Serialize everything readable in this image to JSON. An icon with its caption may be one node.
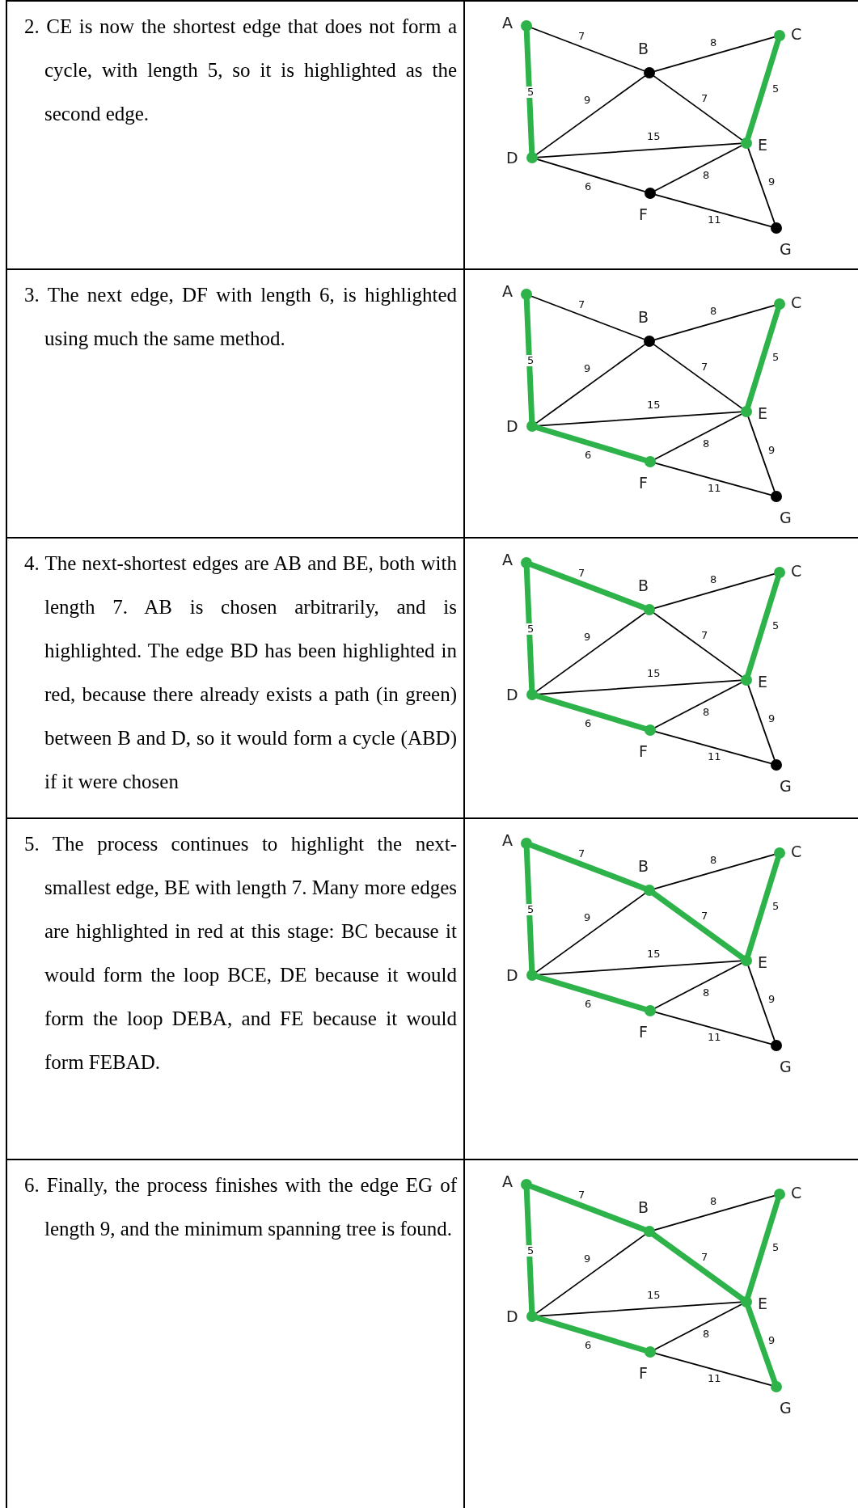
{
  "diagram": {
    "nodes": [
      {
        "text": [],
        "shape": "circle",
        "beside": [
          "A"
        ]
      },
      {
        "text": [],
        "shape": "circle",
        "beside": [
          "B"
        ]
      },
      {
        "text": [],
        "shape": "circle",
        "beside": [
          "C"
        ]
      },
      {
        "text": [],
        "shape": "circle",
        "beside": [
          "D"
        ]
      },
      {
        "text": [],
        "shape": "circle",
        "beside": [
          "E"
        ]
      },
      {
        "text": [],
        "shape": "circle",
        "beside": [
          "F"
        ]
      },
      {
        "text": [],
        "shape": "circle",
        "beside": [
          "G"
        ]
      },
      {
        "text": [],
        "shape": "circle",
        "beside": [
          "A"
        ]
      },
      {
        "text": [],
        "shape": "circle",
        "beside": [
          "B"
        ]
      },
      {
        "text": [],
        "shape": "circle",
        "beside": [
          "C"
        ]
      },
      {
        "text": [],
        "shape": "circle",
        "beside": [
          "D"
        ]
      },
      {
        "text": [],
        "shape": "circle",
        "beside": [
          "E"
        ]
      },
      {
        "text": [],
        "shape": "circle",
        "beside": [
          "F"
        ]
      },
      {
        "text": [],
        "shape": "circle",
        "beside": [
          "G"
        ]
      },
      {
        "text": [],
        "shape": "circle",
        "beside": [
          "A"
        ]
      },
      {
        "text": [],
        "shape": "circle",
        "beside": [
          "B"
        ]
      },
      {
        "text": [],
        "shape": "circle",
        "beside": [
          "C"
        ]
      },
      {
        "text": [],
        "shape": "circle",
        "beside": [
          "D"
        ]
      },
      {
        "text": [],
        "shape": "circle",
        "beside": [
          "E"
        ]
      },
      {
        "text": [],
        "shape": "circle",
        "beside": [
          "F"
        ]
      },
      {
        "text": [],
        "shape": "circle",
        "beside": [
          "G"
        ]
      },
      {
        "text": [],
        "shape": "circle",
        "beside": [
          "A"
        ]
      },
      {
        "text": [],
        "shape": "circle",
        "beside": [
          "B"
        ]
      },
      {
        "text": [],
        "shape": "circle",
        "beside": [
          "C"
        ]
      },
      {
        "text": [],
        "shape": "circle",
        "beside": [
          "D"
        ]
      },
      {
        "text": [],
        "shape": "circle",
        "beside": [
          "E"
        ]
      },
      {
        "text": [],
        "shape": "circle",
        "beside": [
          "F"
        ]
      },
      {
        "text": [],
        "shape": "circle",
        "beside": [
          "G"
        ]
      },
      {
        "text": [],
        "shape": "circle",
        "beside": [
          "A"
        ]
      },
      {
        "text": [],
        "shape": "circle",
        "beside": [
          "B"
        ]
      },
      {
        "text": [],
        "shape": "circle",
        "beside": [
          "C"
        ]
      },
      {
        "text": [],
        "shape": "circle",
        "beside": [
          "D"
        ]
      },
      {
        "text": [],
        "shape": "circle",
        "beside": [
          "E"
        ]
      },
      {
        "text": [],
        "shape": "circle",
        "beside": [
          "F"
        ]
      },
      {
        "text": [],
        "shape": "circle",
        "beside": [
          "G"
        ]
      }
    ],
    "edges": [
      {
        "from": 0,
        "to": 1,
        "arrow": "none",
        "label": "7"
      },
      {
        "from": 0,
        "to": 3,
        "arrow": "none",
        "label": "5",
        "style": "thick",
        "color": "#2db34a"
      },
      {
        "from": 1,
        "to": 2,
        "arrow": "none",
        "label": "8"
      },
      {
        "from": 1,
        "to": 3,
        "arrow": "none",
        "label": "9"
      },
      {
        "from": 1,
        "to": 4,
        "arrow": "none",
        "label": "7"
      },
      {
        "from": 2,
        "to": 4,
        "arrow": "none",
        "label": "5",
        "style": "thick",
        "color": "#2db34a"
      },
      {
        "from": 3,
        "to": 4,
        "arrow": "none",
        "label": "15"
      },
      {
        "from": 3,
        "to": 5,
        "arrow": "none",
        "label": "6"
      },
      {
        "from": 4,
        "to": 5,
        "arrow": "none",
        "label": "8"
      },
      {
        "from": 4,
        "to": 6,
        "arrow": "none",
        "label": "9"
      },
      {
        "from": 5,
        "to": 6,
        "arrow": "none",
        "label": "11"
      },
      {
        "from": 7,
        "to": 8,
        "arrow": "none",
        "label": "7"
      },
      {
        "from": 7,
        "to": 10,
        "arrow": "none",
        "label": "5",
        "style": "thick",
        "color": "#2db34a"
      },
      {
        "from": 8,
        "to": 9,
        "arrow": "none",
        "label": "8"
      },
      {
        "from": 8,
        "to": 10,
        "arrow": "none",
        "label": "9"
      },
      {
        "from": 8,
        "to": 11,
        "arrow": "none",
        "label": "7"
      },
      {
        "from": 9,
        "to": 11,
        "arrow": "none",
        "label": "5",
        "style": "thick",
        "color": "#2db34a"
      },
      {
        "from": 10,
        "to": 11,
        "arrow": "none",
        "label": "15"
      },
      {
        "from": 10,
        "to": 12,
        "arrow": "none",
        "label": "6",
        "style": "thick",
        "color": "#2db34a"
      },
      {
        "from": 11,
        "to": 12,
        "arrow": "none",
        "label": "8"
      },
      {
        "from": 11,
        "to": 13,
        "arrow": "none",
        "label": "9"
      },
      {
        "from": 12,
        "to": 13,
        "arrow": "none",
        "label": "11"
      },
      {
        "from": 14,
        "to": 15,
        "arrow": "none",
        "label": "7",
        "style": "thick",
        "color": "#2db34a"
      },
      {
        "from": 14,
        "to": 17,
        "arrow": "none",
        "label": "5",
        "style": "thick",
        "color": "#2db34a"
      },
      {
        "from": 15,
        "to": 16,
        "arrow": "none",
        "label": "8"
      },
      {
        "from": 15,
        "to": 17,
        "arrow": "none",
        "label": "9"
      },
      {
        "from": 15,
        "to": 18,
        "arrow": "none",
        "label": "7"
      },
      {
        "from": 16,
        "to": 18,
        "arrow": "none",
        "label": "5",
        "style": "thick",
        "color": "#2db34a"
      },
      {
        "from": 17,
        "to": 18,
        "arrow": "none",
        "label": "15"
      },
      {
        "from": 17,
        "to": 19,
        "arrow": "none",
        "label": "6",
        "style": "thick",
        "color": "#2db34a"
      },
      {
        "from": 18,
        "to": 19,
        "arrow": "none",
        "label": "8"
      },
      {
        "from": 18,
        "to": 20,
        "arrow": "none",
        "label": "9"
      },
      {
        "from": 19,
        "to": 20,
        "arrow": "none",
        "label": "11"
      },
      {
        "from": 21,
        "to": 22,
        "arrow": "none",
        "label": "7",
        "style": "thick",
        "color": "#2db34a"
      },
      {
        "from": 21,
        "to": 24,
        "arrow": "none",
        "label": "5",
        "style": "thick",
        "color": "#2db34a"
      },
      {
        "from": 22,
        "to": 23,
        "arrow": "none",
        "label": "8"
      },
      {
        "from": 22,
        "to": 24,
        "arrow": "none",
        "label": "9"
      },
      {
        "from": 22,
        "to": 25,
        "arrow": "none",
        "label": "7",
        "style": "thick",
        "color": "#2db34a"
      },
      {
        "from": 23,
        "to": 25,
        "arrow": "none",
        "label": "5",
        "style": "thick",
        "color": "#2db34a"
      },
      {
        "from": 24,
        "to": 25,
        "arrow": "none",
        "label": "15"
      },
      {
        "from": 24,
        "to": 26,
        "arrow": "none",
        "label": "6",
        "style": "thick",
        "color": "#2db34a"
      },
      {
        "from": 25,
        "to": 26,
        "arrow": "none",
        "label": "8"
      },
      {
        "from": 25,
        "to": 27,
        "arrow": "none",
        "label": "9"
      },
      {
        "from": 26,
        "to": 27,
        "arrow": "none",
        "label": "11"
      },
      {
        "from": 28,
        "to": 29,
        "arrow": "none",
        "label": "7",
        "style": "thick",
        "color": "#2db34a"
      },
      {
        "from": 28,
        "to": 31,
        "arrow": "none",
        "label": "5",
        "style": "thick",
        "color": "#2db34a"
      },
      {
        "from": 29,
        "to": 30,
        "arrow": "none",
        "label": "8"
      },
      {
        "from": 29,
        "to": 31,
        "arrow": "none",
        "label": "9"
      },
      {
        "from": 29,
        "to": 32,
        "arrow": "none",
        "label": "7",
        "style": "thick",
        "color": "#2db34a"
      },
      {
        "from": 30,
        "to": 32,
        "arrow": "none",
        "label": "5",
        "style": "thick",
        "color": "#2db34a"
      },
      {
        "from": 31,
        "to": 32,
        "arrow": "none",
        "label": "15"
      },
      {
        "from": 31,
        "to": 33,
        "arrow": "none",
        "label": "6",
        "style": "thick",
        "color": "#2db34a"
      },
      {
        "from": 32,
        "to": 33,
        "arrow": "none",
        "label": "8"
      },
      {
        "from": 32,
        "to": 34,
        "arrow": "none",
        "label": "9",
        "style": "thick",
        "color": "#2db34a"
      },
      {
        "from": 33,
        "to": 34,
        "arrow": "none",
        "label": "11"
      }
    ],
    "labels": [
      "2. CE is now the shortest edge that does not form a cycle, with length 5, so it is highlighted as the second edge.",
      "3. The next edge, DF with length 6, is highlighted using much the same method.",
      "4. The next-shortest edges are AB and BE, both with length 7. AB is chosen arbitrarily, and is highlighted. The edge BD has been highlighted in red, because there already exists a path (in green) between B and D, so it would form a cycle (ABD) if it were chosen",
      "5. The process continues to highlight the next-smallest edge, BE with length 7. Many more edges are highlighted in red at this stage: BC because it would form the loop BCE, DE because it would form the loop DEBA, and FE because it would form FEBAD.",
      "6. Finally, the process finishes with the edge EG of length 9, and the minimum spanning tree is found."
    ]
  }
}
